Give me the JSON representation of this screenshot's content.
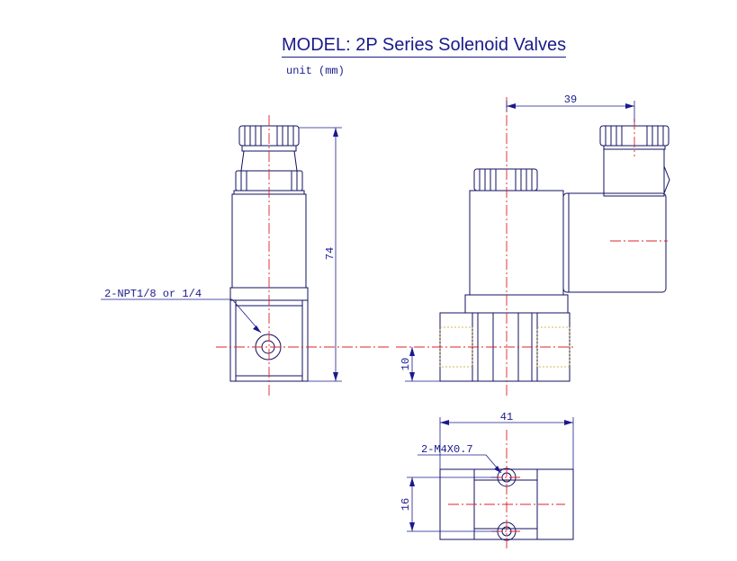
{
  "title": "MODEL: 2P Series Solenoid Valves",
  "unit": "unit (mm)",
  "dimensions": {
    "height": "74",
    "port_offset": "10",
    "connector_offset": "39",
    "body_length": "41",
    "mount_spacing": "16"
  },
  "callouts": {
    "port_thread": "2-NPT1/8 or 1/4",
    "mount_thread": "2-M4X0.7"
  },
  "colors": {
    "outline": "#101060",
    "dimension": "#1a1a8c",
    "centerline": "#e0202a",
    "hidden_thread": "#c8a020"
  }
}
